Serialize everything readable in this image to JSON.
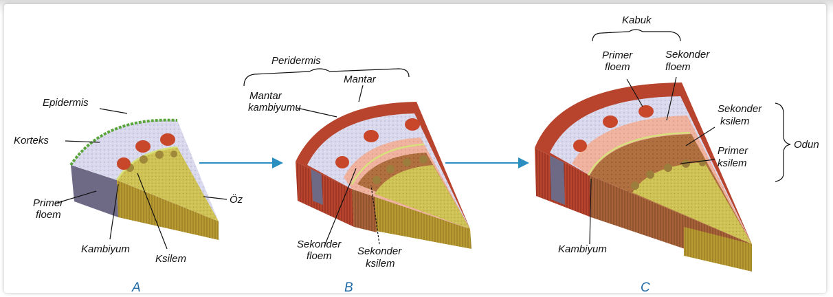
{
  "colors": {
    "epidermis": "#5aa63a",
    "cortex": "#d9d8ec",
    "phloem_spot": "#c8472a",
    "xylem": "#b79a3e",
    "pith": "#cfc255",
    "cambium_line": "#d7e07a",
    "cork": "#b8442e",
    "secondary_phloem": "#efb3a0",
    "secondary_xylem": "#a8623a",
    "arrow": "#2a8fc0",
    "panel_letter": "#1f6aa5"
  },
  "panel_a": {
    "letter": "A",
    "labels": {
      "epidermis": "Epidermis",
      "korteks": "Korteks",
      "primer_floem": [
        "Primer",
        "floem"
      ],
      "kambiyum": "Kambiyum",
      "ksilem": "Ksilem",
      "oz": "Öz"
    }
  },
  "panel_b": {
    "letter": "B",
    "labels": {
      "peridermis": "Peridermis",
      "mantar": "Mantar",
      "mantar_kambiyumu": [
        "Mantar",
        "kambiyumu"
      ],
      "sekonder_floem": [
        "Sekonder",
        "floem"
      ],
      "sekonder_ksilem": [
        "Sekonder",
        "ksilem"
      ]
    }
  },
  "panel_c": {
    "letter": "C",
    "labels": {
      "kabuk": "Kabuk",
      "primer_floem": [
        "Primer",
        "floem"
      ],
      "sekonder_floem": [
        "Sekonder",
        "floem"
      ],
      "sekonder_ksilem": [
        "Sekonder",
        "ksilem"
      ],
      "primer_ksilem": [
        "Primer",
        "ksilem"
      ],
      "odun": "Odun",
      "kambiyum": "Kambiyum"
    }
  }
}
